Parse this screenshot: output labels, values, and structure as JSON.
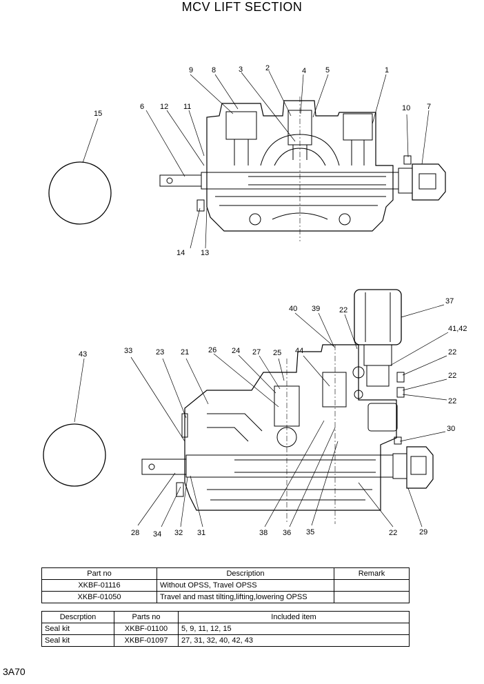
{
  "title": "MCV LIFT SECTION",
  "page_code": "3A70",
  "callouts_top": [
    "1",
    "2",
    "3",
    "4",
    "5",
    "6",
    "7",
    "8",
    "9",
    "10",
    "11",
    "12",
    "13",
    "14",
    "15"
  ],
  "callouts_bottom": [
    "21",
    "22",
    "22",
    "22",
    "22",
    "22",
    "23",
    "24",
    "25",
    "26",
    "27",
    "28",
    "29",
    "30",
    "31",
    "32",
    "33",
    "34",
    "35",
    "36",
    "37",
    "38",
    "39",
    "40",
    "41,42",
    "43",
    "44"
  ],
  "table1": {
    "headers": [
      "Part no",
      "Description",
      "Remark"
    ],
    "rows": [
      {
        "part_no": "XKBF-01116",
        "description": "Without OPSS, Travel OPSS",
        "remark": ""
      },
      {
        "part_no": "XKBF-01050",
        "description": "Travel and mast tilting,lifting,lowering OPSS",
        "remark": ""
      }
    ]
  },
  "table2": {
    "headers": [
      "Descrption",
      "Parts no",
      "Included item"
    ],
    "rows": [
      {
        "description": "Seal kit",
        "parts_no": "XKBF-01100",
        "included": "5, 9, 11, 12, 15"
      },
      {
        "description": "Seal kit",
        "parts_no": "XKBF-01097",
        "included": "27, 31, 32, 40, 42, 43"
      }
    ]
  }
}
